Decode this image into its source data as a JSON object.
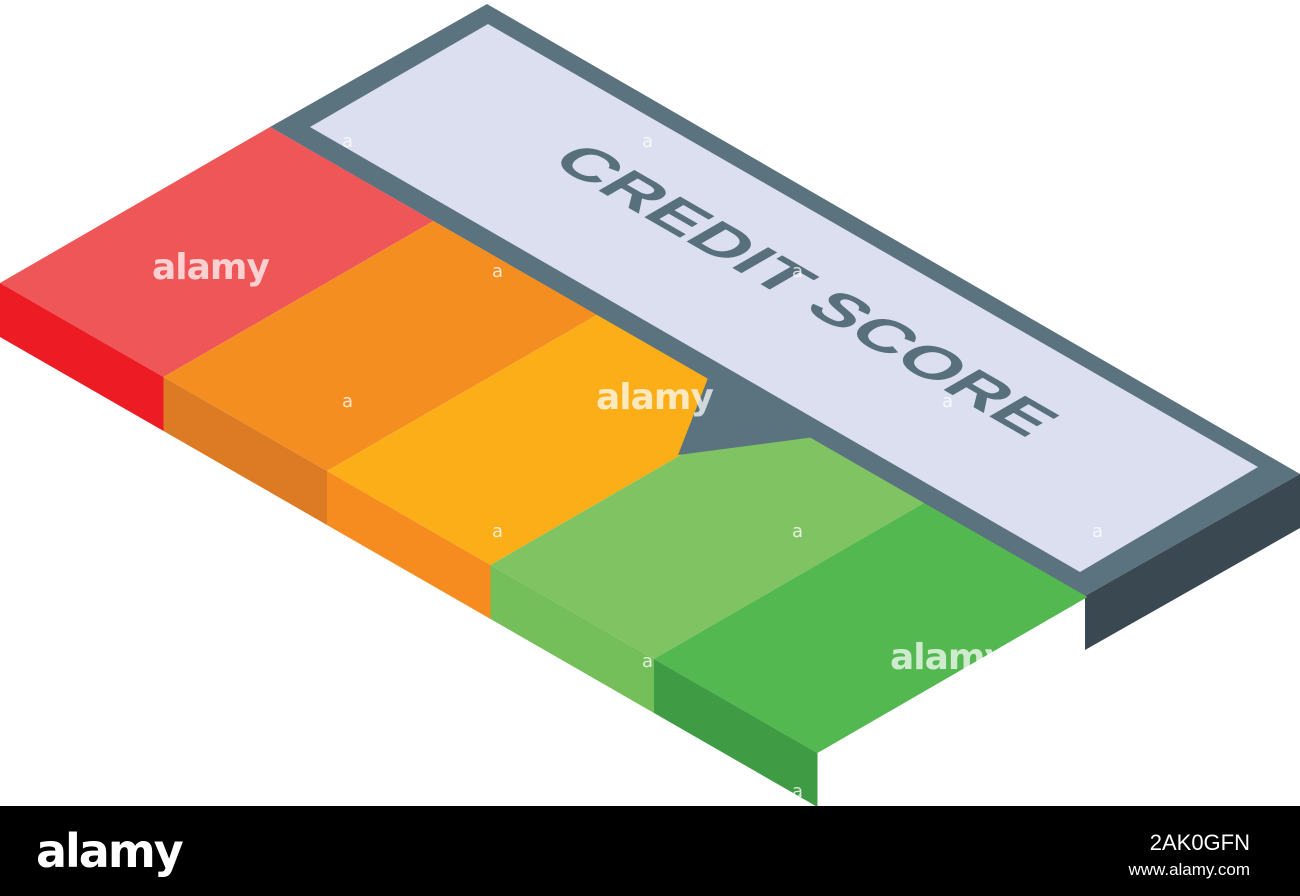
{
  "card": {
    "label": "CREDIT SCORE",
    "colors": {
      "frame": "#5b737f",
      "frame_side": "#3a4852",
      "panel": "#dcdff0",
      "label": "#57707c",
      "needle": "#5b737f"
    },
    "segments": [
      {
        "name": "red",
        "top": "#ef5658",
        "side": "#ed1c24"
      },
      {
        "name": "orange",
        "top": "#f48e20",
        "side": "#dd7b24"
      },
      {
        "name": "yellow",
        "top": "#fbae17",
        "side": "#f68c1f"
      },
      {
        "name": "light-green",
        "top": "#7fc362",
        "side": "#74bf5a"
      },
      {
        "name": "green",
        "top": "#52b84f",
        "side": "#409b45"
      }
    ]
  },
  "watermark": {
    "brand": "alamy",
    "mark": "a"
  },
  "footer": {
    "logo": "alamy",
    "image_id": "2AK0GFN",
    "url": "www.alamy.com"
  }
}
